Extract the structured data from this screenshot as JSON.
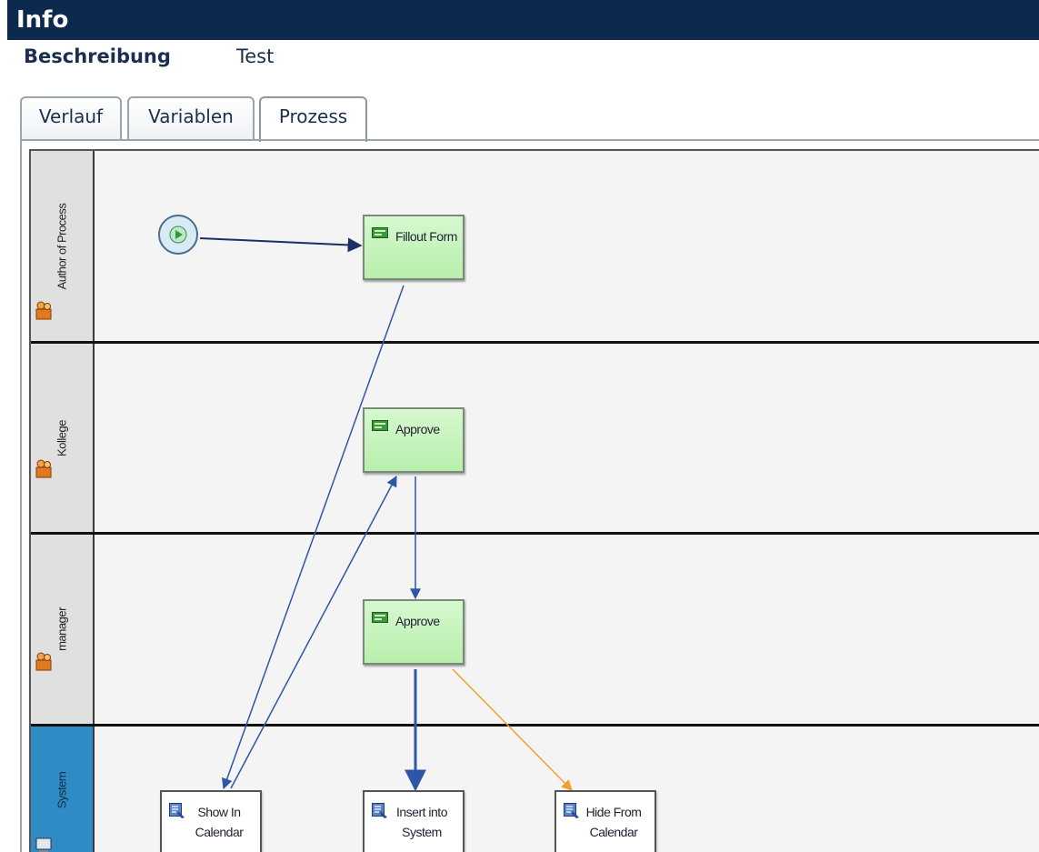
{
  "window": {
    "title": "Info"
  },
  "description": {
    "label": "Beschreibung",
    "value": "Test"
  },
  "tabs": [
    {
      "label": "Verlauf",
      "active": false
    },
    {
      "label": "Variablen",
      "active": false
    },
    {
      "label": "Prozess",
      "active": true
    }
  ],
  "lanes": [
    {
      "label": "Author of Process",
      "icon": "user-group-icon",
      "selected": false
    },
    {
      "label": "Kollege",
      "icon": "user-group-icon",
      "selected": false
    },
    {
      "label": "manager",
      "icon": "user-group-icon",
      "selected": false
    },
    {
      "label": "System",
      "icon": "system-icon",
      "selected": true
    }
  ],
  "tasks": {
    "fillout": {
      "label": "Fillout Form",
      "type": "user-task",
      "icon": "form-icon"
    },
    "approve_kollege": {
      "label": "Approve",
      "type": "user-task",
      "icon": "form-icon"
    },
    "approve_manager": {
      "label": "Approve",
      "type": "user-task",
      "icon": "form-icon"
    },
    "show_calendar": {
      "label": "Show In Calendar",
      "type": "service-task",
      "icon": "script-icon"
    },
    "insert_system": {
      "label": "Insert into System",
      "type": "service-task",
      "icon": "script-icon"
    },
    "hide_calendar": {
      "label": "Hide From Calendar",
      "type": "service-task",
      "icon": "script-icon"
    }
  },
  "start_event": {
    "icon": "play-icon"
  },
  "colors": {
    "titlebar": "#0b2a4e",
    "task_fill": "#c4f2b9",
    "flow_normal": "#2f56a6",
    "flow_dark": "#1c2f66",
    "flow_alternate": "#f0a030",
    "selected_lane": "#2e8bc4"
  }
}
